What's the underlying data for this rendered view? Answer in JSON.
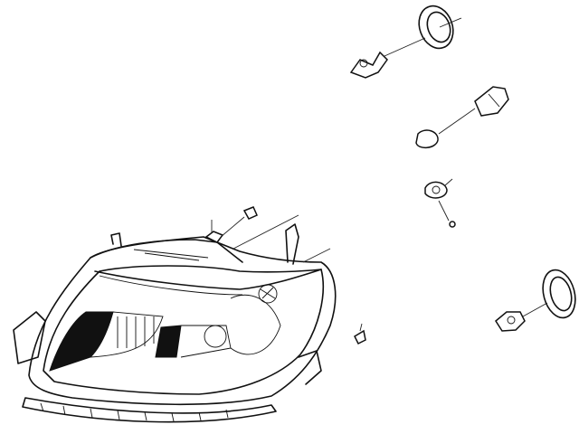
{
  "diagram": {
    "colors": {
      "line": "#111111",
      "background": "#ffffff"
    },
    "parts": [
      {
        "id": "headlamp-housing"
      },
      {
        "id": "low-beam-bulb"
      },
      {
        "id": "low-beam-seal"
      },
      {
        "id": "high-beam-socket"
      },
      {
        "id": "side-marker-bulb"
      },
      {
        "id": "fog-bulb"
      },
      {
        "id": "fog-seal"
      },
      {
        "id": "mounting-clip"
      },
      {
        "id": "adjuster-screw"
      }
    ]
  }
}
